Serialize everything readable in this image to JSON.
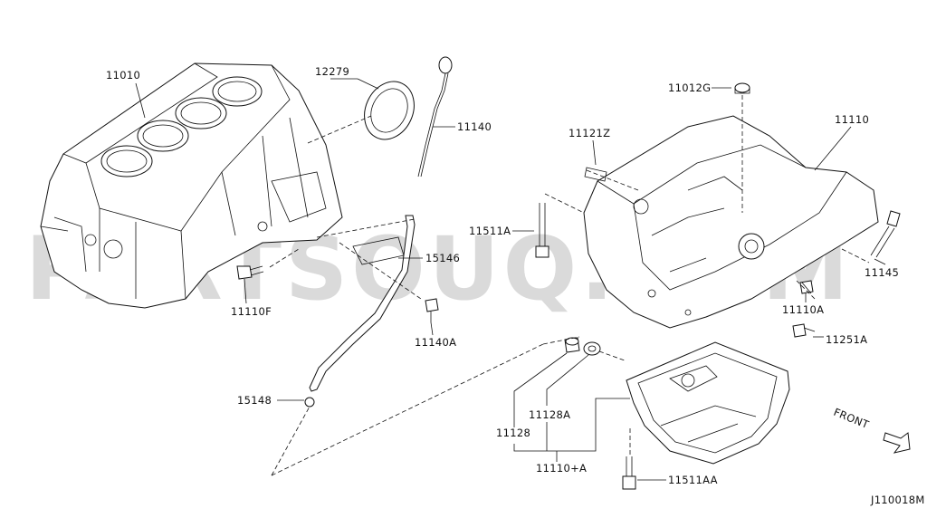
{
  "watermark": "PARTSOUQ.COM",
  "diagram_code": "J110018M",
  "direction_label": "FRONT",
  "parts": {
    "cylinder_block": "11010",
    "rear_oil_seal": "12279",
    "dipstick": "11140",
    "dipstick_guide_bracket": "15146",
    "dipstick_guide_pipe": "15148",
    "bolt_11110f": "11110F",
    "bolt_11140a": "11140A",
    "upper_oil_pan": "11110",
    "plug_11012g": "11012G",
    "stud_11121z": "11121Z",
    "bolt_11511a": "11511A",
    "sensor_11145": "11145",
    "bolt_11110a": "11110A",
    "bolt_11251a": "11251A",
    "drain_plug": "11128",
    "drain_washer": "11128A",
    "lower_oil_pan": "11110+A",
    "bolt_11511aa": "11511AA"
  }
}
